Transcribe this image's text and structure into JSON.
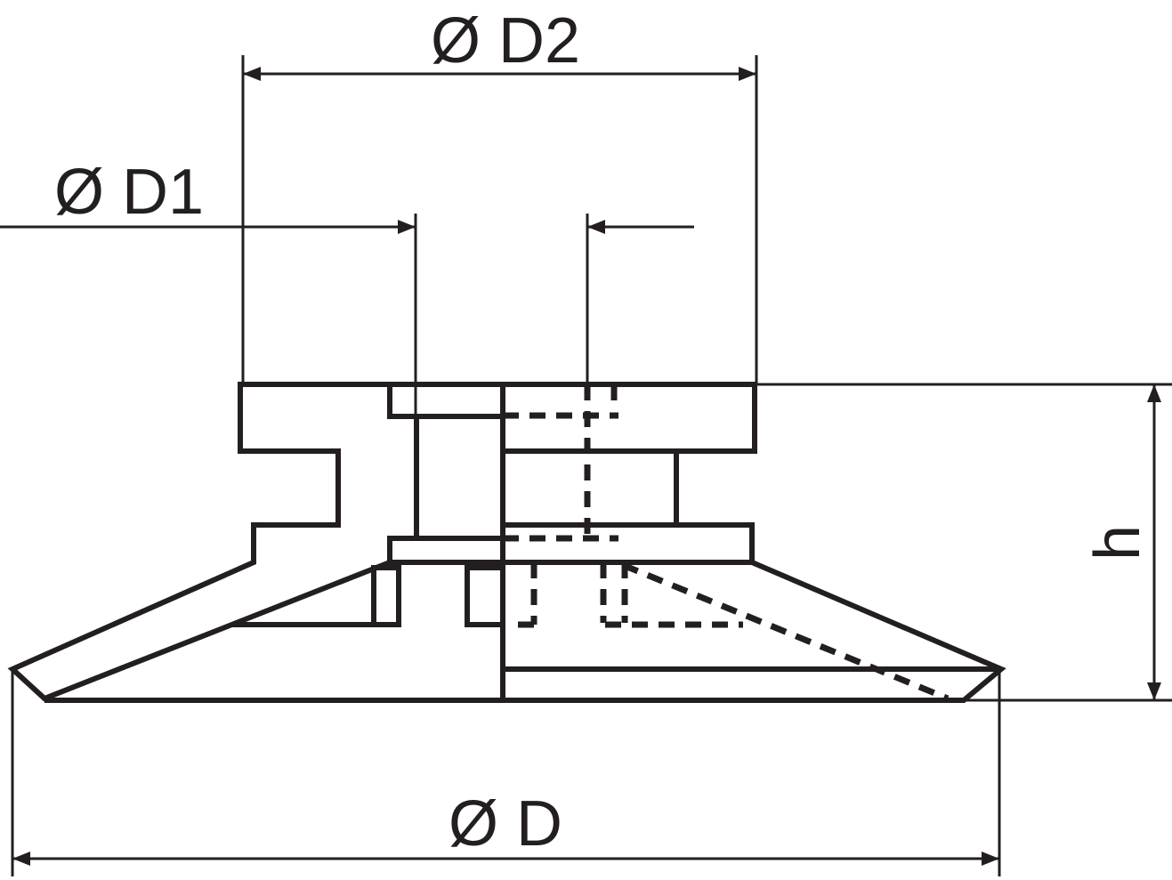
{
  "labels": {
    "d2": "Ø D2",
    "d1": "Ø D1",
    "d": "Ø D",
    "h": "h"
  },
  "colors": {
    "line": "#231f20",
    "section": "#bdbec0",
    "body_dark": "#97989b",
    "body_light": "#d6d7d9",
    "insert": "#e3e4e5"
  }
}
